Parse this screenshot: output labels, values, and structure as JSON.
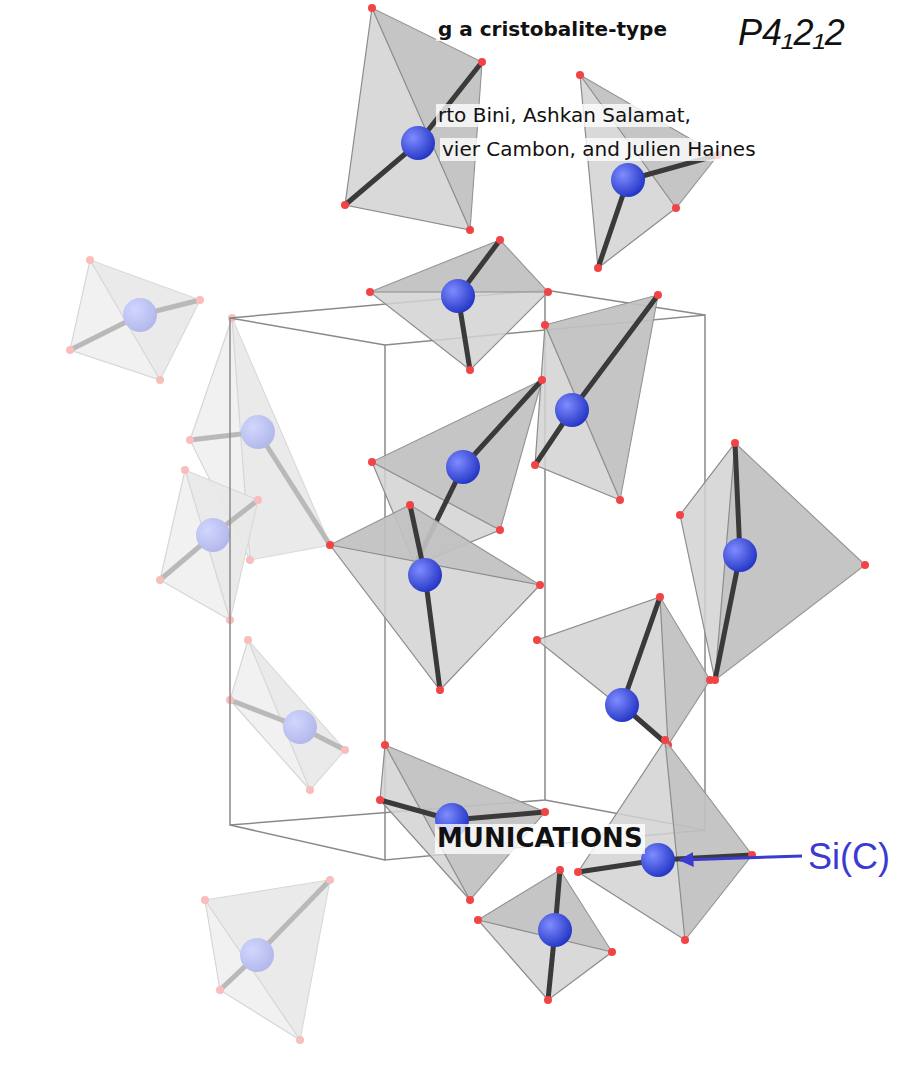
{
  "diagram": {
    "title": "g a cristobalite-type",
    "labels": [
      "P4₁2₁2",
      "rto Bini, Ashkan Salamat,",
      "vier Cambon, and Julien Haines",
      "MUNICATIONS",
      "Si(C)"
    ]
  }
}
